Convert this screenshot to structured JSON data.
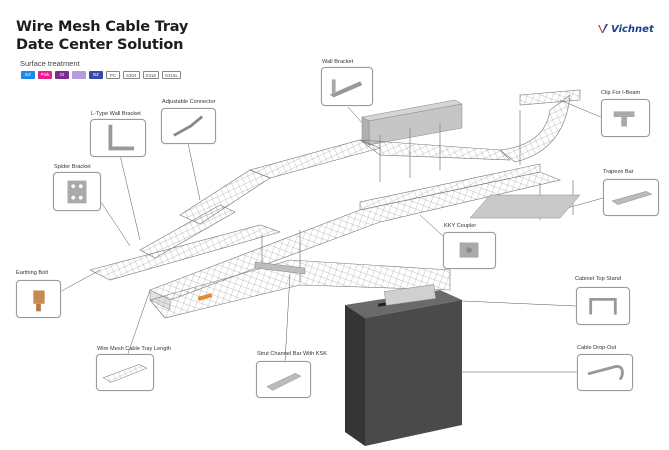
{
  "header": {
    "title_line1": "Wire Mesh Cable Tray",
    "title_line2": "Date Center Solution",
    "subtitle": "Surface treatment"
  },
  "surface_treatments": [
    {
      "label": "EZ",
      "color": "#1e88e5"
    },
    {
      "label": "Pink",
      "color": "#e91e8c"
    },
    {
      "label": "GI",
      "color": "#7b2d8e"
    },
    {
      "label": "",
      "color": "#b39ddb"
    },
    {
      "label": "BZ",
      "color": "#3949ab"
    },
    {
      "label": "PC",
      "color": "#ffffff",
      "outline": true
    },
    {
      "label": "S304",
      "color": "#ffffff",
      "outline": true
    },
    {
      "label": "S316",
      "color": "#ffffff",
      "outline": true
    },
    {
      "label": "S316L",
      "color": "#ffffff",
      "outline": true
    }
  ],
  "brand": {
    "name": "Vichnet",
    "color": "#1f3f8f",
    "accent": "#e53935"
  },
  "callouts": {
    "wall_bracket": "Wall Bracket",
    "adjustable_connector": "Adjustable Connector",
    "l_type_wall_bracket": "L-Type Wall Bracket",
    "spider_bracket": "Spider Bracket",
    "earthing_bolt": "Earthing Bolt",
    "wire_mesh_cable_tray_length": "Wire Mesh Cable Tray Length",
    "strut_channel_bar": "Strut Channel Bar With KSK",
    "kky_coupler": "KKY Coupler",
    "clip_for_i_beam": "Clip For I-Beam",
    "trapeze_bar": "Trapeze Bar",
    "cabinet_top_stand": "Cabinet Top Stand",
    "cable_drop_out": "Cable Drop-Out"
  }
}
